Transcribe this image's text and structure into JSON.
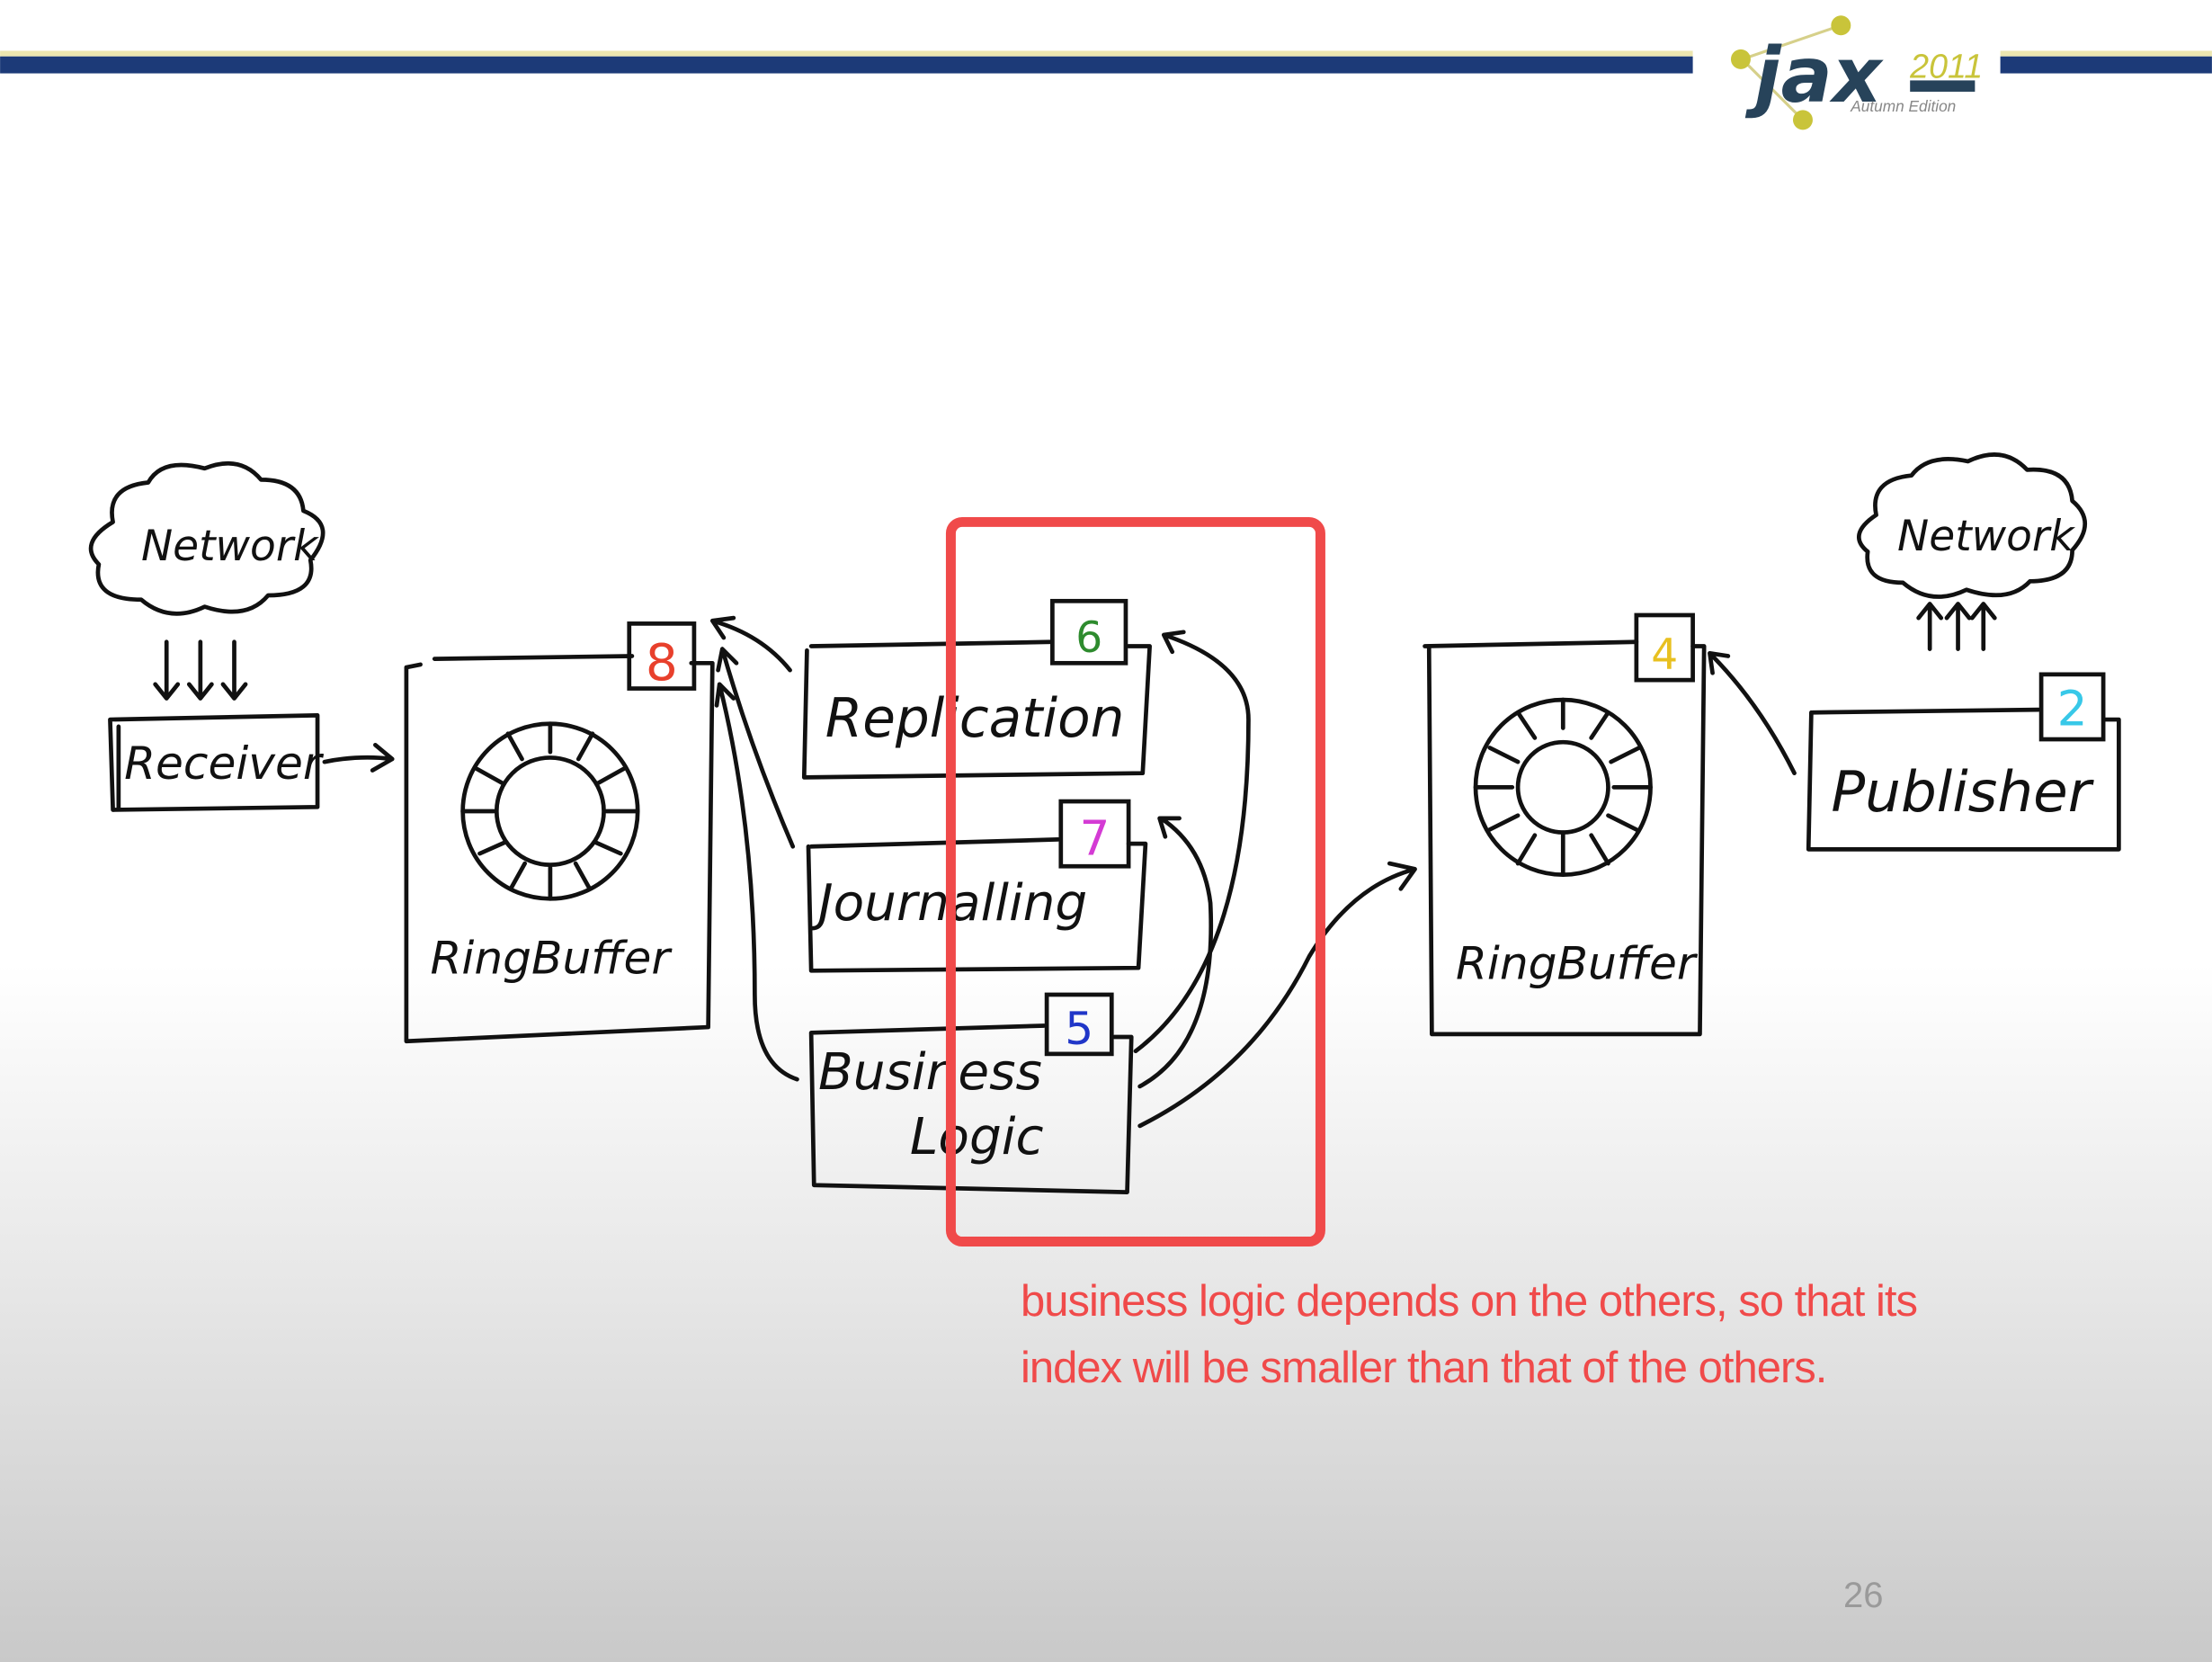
{
  "logo": {
    "brand": "jax",
    "year": "2011",
    "edition": "Autumn Edition"
  },
  "diagram": {
    "network_left": "Network",
    "network_right": "Network",
    "receiver": "Receiver",
    "ringbuffer_left": "RingBuffer",
    "ringbuffer_right": "RingBuffer",
    "replication": "Replication",
    "journalling": "Journalling",
    "business_logic_line1": "Business",
    "business_logic_line2": "Logic",
    "publisher": "Publisher",
    "badges": {
      "ringbuffer_left": "8",
      "replication": "6",
      "journalling": "7",
      "business_logic": "5",
      "ringbuffer_right": "4",
      "publisher": "2"
    },
    "badge_colors": {
      "ringbuffer_left": "#e8402c",
      "replication": "#2e8b2e",
      "journalling": "#d43bd4",
      "business_logic": "#2036c8",
      "ringbuffer_right": "#e8c020",
      "publisher": "#38c8e8"
    },
    "highlight_color": "#f04a4a"
  },
  "annotation": {
    "line1": "business logic depends on the others, so that its",
    "line2": "index will be smaller than that of the others."
  },
  "page_number": "26"
}
